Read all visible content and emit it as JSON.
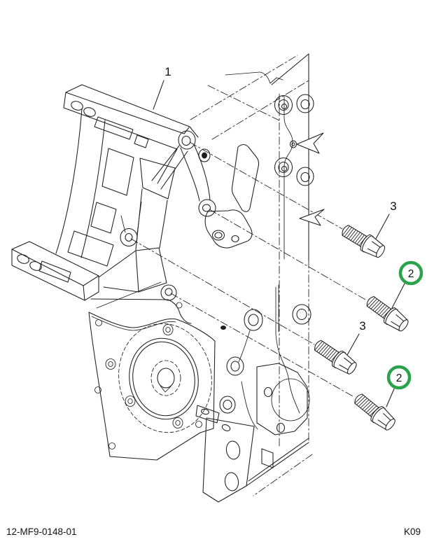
{
  "figure": {
    "callouts": [
      {
        "label": "1",
        "circled": false
      },
      {
        "label": "3",
        "circled": false
      },
      {
        "label": "2",
        "circled": true
      },
      {
        "label": "3",
        "circled": false
      },
      {
        "label": "2",
        "circled": true
      }
    ],
    "footer": {
      "doc_number": "12-MF9-0148-01",
      "page_code": "K09"
    },
    "colors": {
      "highlight_green": "#2ba34b",
      "line": "#1d1d1d",
      "background": "#ffffff"
    }
  }
}
